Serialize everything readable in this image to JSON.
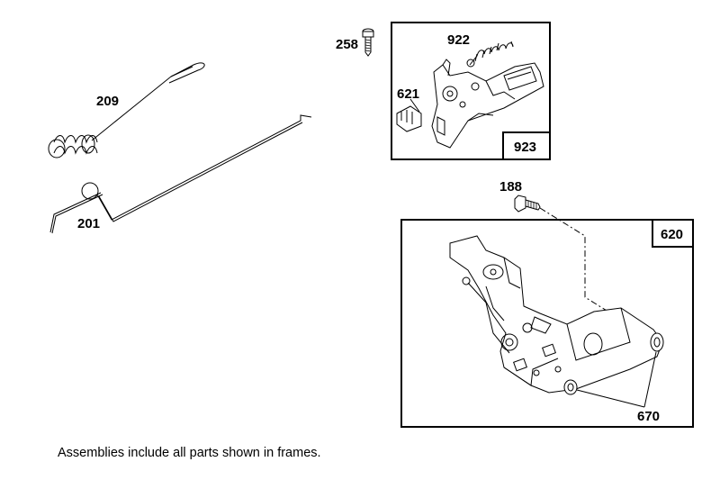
{
  "callouts": {
    "p209": "209",
    "p201": "201",
    "p258": "258",
    "p922": "922",
    "p621": "621",
    "p923": "923",
    "p188": "188",
    "p620": "620",
    "p670": "670"
  },
  "note": "Assemblies include all parts shown in frames."
}
